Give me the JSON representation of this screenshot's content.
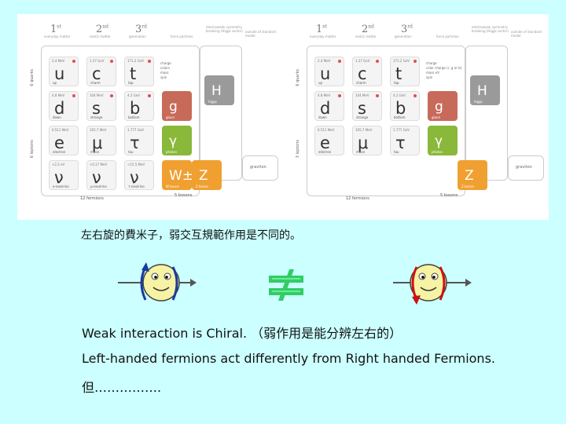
{
  "slide": {
    "caption_chinese": "左右旋的費米子，弱交互規範作用是不同的。",
    "line_chiral": "Weak interaction is Chiral. （弱作用是能分辨左右的）",
    "line_fermions": "Left-handed fermions act differently from Right handed Fermions.",
    "line_but": "但……………."
  },
  "figure": {
    "left_panel": {
      "generations": [
        {
          "num": "1",
          "sup": "st",
          "sub": "everyday matter"
        },
        {
          "num": "2",
          "sup": "nd",
          "sub": "exotic matter"
        },
        {
          "num": "3",
          "sup": "rd",
          "sub": "generation"
        }
      ],
      "header_extra": [
        "force particles",
        "electroweak symmetry breaking (Higgs sector)",
        "outside of standard model"
      ],
      "quarks": [
        {
          "sym": "u",
          "name": "up",
          "mass": "2.4 MeV"
        },
        {
          "sym": "c",
          "name": "charm",
          "mass": "1.27 GeV"
        },
        {
          "sym": "t",
          "name": "top",
          "mass": "171.2 GeV"
        },
        {
          "sym": "d",
          "name": "down",
          "mass": "4.8 MeV"
        },
        {
          "sym": "s",
          "name": "strange",
          "mass": "104 MeV"
        },
        {
          "sym": "b",
          "name": "bottom",
          "mass": "4.2 GeV"
        }
      ],
      "leptons": [
        {
          "sym": "e",
          "name": "electron",
          "mass": "0.511 MeV"
        },
        {
          "sym": "μ",
          "name": "muon",
          "mass": "105.7 MeV"
        },
        {
          "sym": "τ",
          "name": "tau",
          "mass": "1.777 GeV"
        },
        {
          "sym": "ν",
          "name": "e-neutrino",
          "mass": "<2.2 eV"
        },
        {
          "sym": "ν",
          "name": "μ-neutrino",
          "mass": "<0.17 MeV"
        },
        {
          "sym": "ν",
          "name": "τ-neutrino",
          "mass": "<15.5 MeV"
        }
      ],
      "bosons": [
        {
          "sym": "g",
          "name": "gluon",
          "color": "#c86a5a"
        },
        {
          "sym": "γ",
          "name": "photon",
          "color": "#8ab83a"
        },
        {
          "sym": "W±",
          "name": "W boson",
          "color": "#f0a030"
        },
        {
          "sym": "Z",
          "name": "Z boson",
          "color": "#f0a030"
        },
        {
          "sym": "H",
          "name": "higgs",
          "color": "#9a9a9a"
        }
      ],
      "legend": [
        "charge",
        "colors",
        "mass",
        "spin"
      ],
      "graviton": "graviton",
      "side_quarks": "6 quarks",
      "side_leptons": "6 leptons",
      "bottom_fermions": "12 fermions",
      "bottom_bosons": "5 bosons"
    },
    "right_panel": {
      "generations": [
        {
          "num": "1",
          "sup": "st",
          "sub": "everyday matter"
        },
        {
          "num": "2",
          "sup": "nd",
          "sub": "exotic matter"
        },
        {
          "num": "3",
          "sup": "rd",
          "sub": "generation"
        }
      ],
      "header_extra": [
        "force particles",
        "electroweak symmetry breaking (Higgs sector)",
        "outside of standard model"
      ],
      "quarks": [
        {
          "sym": "u",
          "name": "up",
          "mass": "2.4 MeV"
        },
        {
          "sym": "c",
          "name": "charm",
          "mass": "1.27 GeV"
        },
        {
          "sym": "t",
          "name": "top",
          "mass": "171.2 GeV"
        },
        {
          "sym": "d",
          "name": "down",
          "mass": "4.8 MeV"
        },
        {
          "sym": "s",
          "name": "strange",
          "mass": "104 MeV"
        },
        {
          "sym": "b",
          "name": "bottom",
          "mass": "4.2 GeV"
        }
      ],
      "leptons": [
        {
          "sym": "e",
          "name": "electron",
          "mass": "0.511 MeV"
        },
        {
          "sym": "μ",
          "name": "muon",
          "mass": "105.7 MeV"
        },
        {
          "sym": "τ",
          "name": "tau",
          "mass": "1.777 GeV"
        }
      ],
      "bosons": [
        {
          "sym": "g",
          "name": "gluon",
          "color": "#c86a5a"
        },
        {
          "sym": "γ",
          "name": "photon",
          "color": "#8ab83a"
        },
        {
          "sym": "Z",
          "name": "Z boson",
          "color": "#f0a030"
        },
        {
          "sym": "H",
          "name": "higgs",
          "color": "#9a9a9a"
        }
      ],
      "legend": [
        "charge",
        "color charge (r, g or b)",
        "mass eV",
        "spin"
      ],
      "graviton": "graviton",
      "side_quarks": "6 quarks",
      "side_leptons": "3 leptons",
      "bottom_fermions": "12 fermions",
      "bottom_bosons": "5 bosons"
    }
  },
  "colors": {
    "background": "#ccffff",
    "not_equal_sign": "#33cc66",
    "left_arrow": "#1a3aa0",
    "right_arrow": "#cc1111",
    "smiley_fill": "#f6f3a4"
  }
}
